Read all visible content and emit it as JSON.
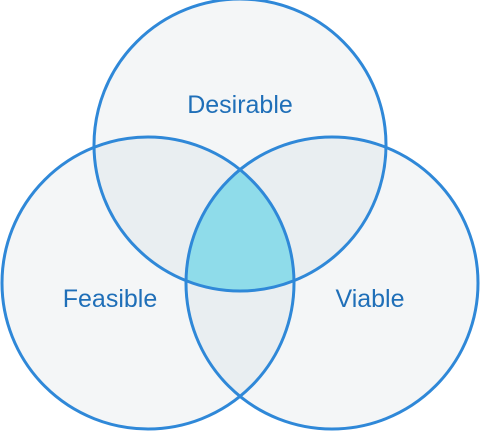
{
  "diagram": {
    "type": "venn",
    "sets": [
      {
        "id": "desirable",
        "label": "Desirable"
      },
      {
        "id": "feasible",
        "label": "Feasible"
      },
      {
        "id": "viable",
        "label": "Viable"
      }
    ],
    "colors": {
      "outline": "#2f88d8",
      "circle_fill": "#f4f6f7",
      "pair_overlap_fill": "#e9eef1",
      "center_overlap_fill": "#8fdcea",
      "label": "#1f6fb8"
    }
  }
}
